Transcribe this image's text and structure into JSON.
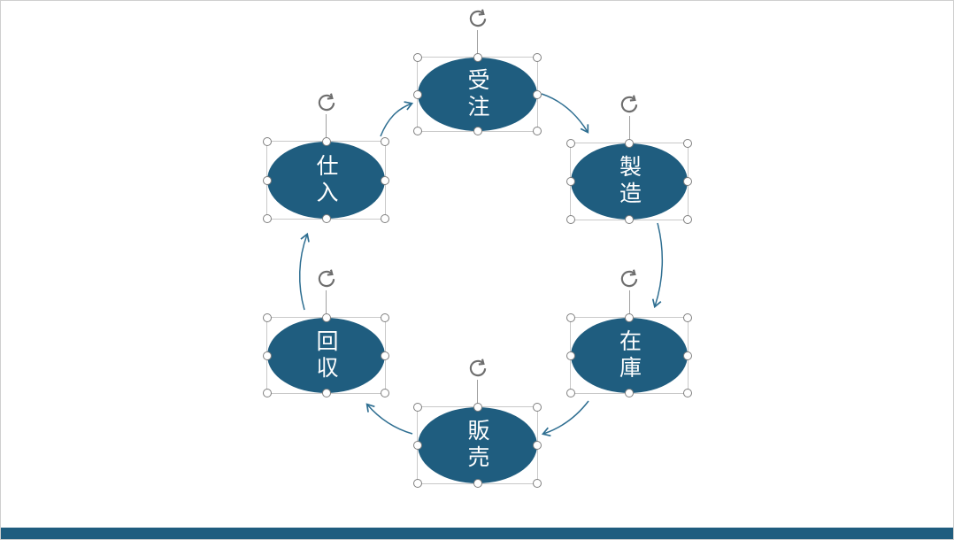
{
  "app": {
    "canvas_background": "#ffffff",
    "canvas_border_color": "#cfcfcf",
    "bottom_bar_color": "#1f5d7f"
  },
  "diagram": {
    "type": "cycle-diagram",
    "shape_fill": "#1f5d7f",
    "label_color": "#ffffff",
    "arrow_color": "#2e6e91",
    "selection": {
      "handle_fill": "#ffffff",
      "handle_border": "#7f7f7f",
      "box_border": "#c9c9c9",
      "all_shapes_selected": true
    },
    "nodes": [
      {
        "label": "受注",
        "position": "top",
        "selected": true
      },
      {
        "label": "製造",
        "position": "upper-right",
        "selected": true
      },
      {
        "label": "在庫",
        "position": "lower-right",
        "selected": true
      },
      {
        "label": "販売",
        "position": "bottom",
        "selected": true
      },
      {
        "label": "回収",
        "position": "lower-left",
        "selected": true
      },
      {
        "label": "仕入",
        "position": "upper-left",
        "selected": true
      }
    ],
    "arrows": [
      {
        "from": "仕入",
        "to": "受注"
      },
      {
        "from": "受注",
        "to": "製造"
      },
      {
        "from": "製造",
        "to": "在庫"
      },
      {
        "from": "在庫",
        "to": "販売"
      },
      {
        "from": "販売",
        "to": "回収"
      },
      {
        "from": "回収",
        "to": "仕入"
      }
    ]
  }
}
